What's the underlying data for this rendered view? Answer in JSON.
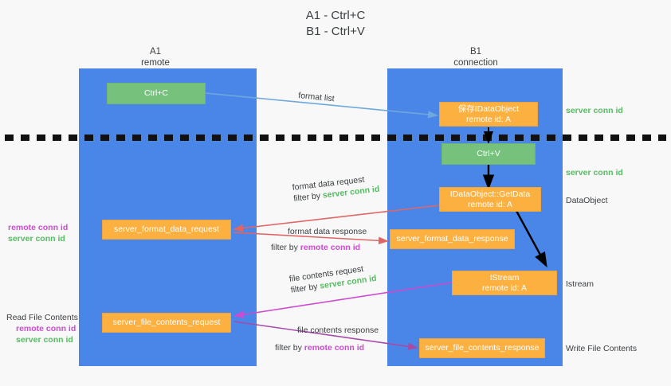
{
  "title": {
    "line1": "A1 - Ctrl+C",
    "line2": "B1 - Ctrl+V"
  },
  "lanes": [
    {
      "id": "a1",
      "name": "A1",
      "sub": "remote"
    },
    {
      "id": "b1",
      "name": "B1",
      "sub": "connection"
    }
  ],
  "nodes": {
    "ctrl_c": {
      "l1": "Ctrl+C",
      "l2": ""
    },
    "save_ido": {
      "l1": "保存IDataObject",
      "l2": "remote id: A"
    },
    "ctrl_v": {
      "l1": "Ctrl+V",
      "l2": ""
    },
    "getdata": {
      "l1": "IDataObject::GetData",
      "l2": "remote id: A"
    },
    "istream": {
      "l1": "IStream",
      "l2": "remote id: A"
    },
    "fmt_req": {
      "l1": "server_format_data_request",
      "l2": ""
    },
    "fmt_resp": {
      "l1": "server_format_data_response",
      "l2": ""
    },
    "file_req": {
      "l1": "server_file_contents_request",
      "l2": ""
    },
    "file_resp": {
      "l1": "server_file_contents_response",
      "l2": ""
    }
  },
  "edge_labels": {
    "format_list": "format list",
    "fmt_req_top": "format data request",
    "fmt_req_filter_pre": "filter by ",
    "fmt_req_filter_key": "server conn id",
    "fmt_resp_top": "format data response",
    "fmt_resp_filter_pre": "filter by ",
    "fmt_resp_filter_key": "remote conn id",
    "file_req_top": "file contents request",
    "file_req_filter_pre": "filter by ",
    "file_req_filter_key": "server conn id",
    "file_resp_top": "file contents response",
    "file_resp_filter_pre": "filter by ",
    "file_resp_filter_key": "remote conn id"
  },
  "side_labels": {
    "left_1_remote": "remote conn id",
    "left_1_server": "server conn id",
    "left_2_title": "Read File Contents",
    "left_2_remote": "remote conn id",
    "left_2_server": "server conn id",
    "right_1": "server conn id",
    "right_2": "server conn id",
    "right_3": "DataObject",
    "right_4": "Istream",
    "right_5": "Write File Contents"
  },
  "colors": {
    "lane": "#4a86e8",
    "green_box": "#76c27c",
    "orange_box": "#fbb040",
    "green_text": "#57bb63",
    "purple_text": "#cc4bd0",
    "blue_arrow": "#6fa8dc",
    "red_arrow": "#e06666",
    "magenta_arrow": "#cc4bd0",
    "purple_arrow": "#a64ca6",
    "black_arrow": "#000000",
    "background": "#f8f8f8",
    "text": "#3c4043"
  }
}
